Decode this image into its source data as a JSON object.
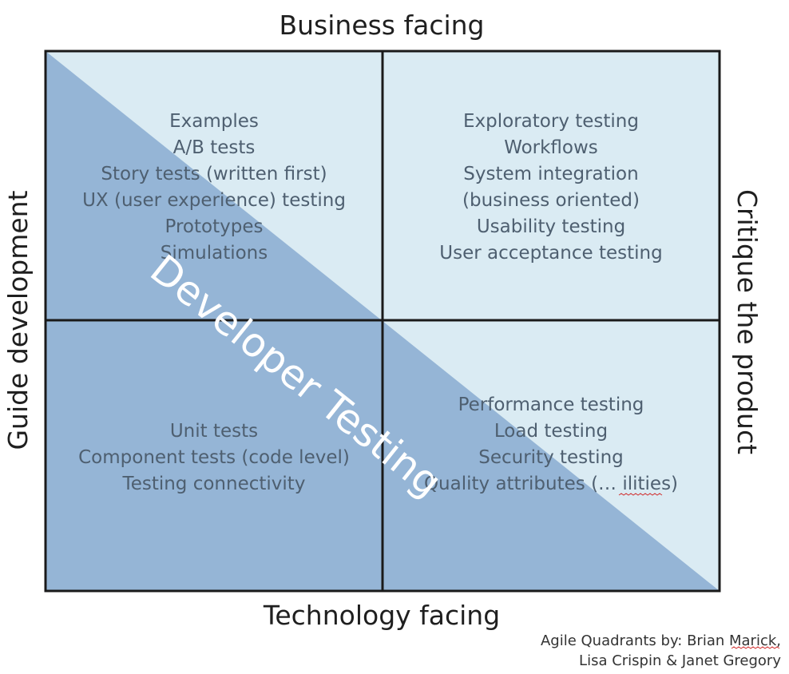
{
  "axes": {
    "top": "Business facing",
    "bottom": "Technology facing",
    "left": "Guide development",
    "right": "Critique the product"
  },
  "diagonal_label": "Developer Testing",
  "quadrants": {
    "top_left": [
      "Examples",
      "A/B tests",
      "Story tests (written first)",
      "UX (user experience) testing",
      "Prototypes",
      "Simulations"
    ],
    "top_right": [
      "Exploratory testing",
      "Workflows",
      "System integration",
      "(business oriented)",
      "Usability testing",
      "User acceptance testing"
    ],
    "bottom_left": [
      "Unit tests",
      "Component tests (code level)",
      "Testing connectivity"
    ],
    "bottom_right": [
      "Performance testing",
      "Load testing",
      "Security testing",
      "Quality attributes (… ilities)"
    ]
  },
  "credit": {
    "line1": "Agile Quadrants by: Brian Marick,",
    "line2": "Lisa Crispin & Janet Gregory"
  },
  "colors": {
    "light": "#daebf3",
    "dark": "#95b5d6",
    "border": "#1a1a1a"
  }
}
